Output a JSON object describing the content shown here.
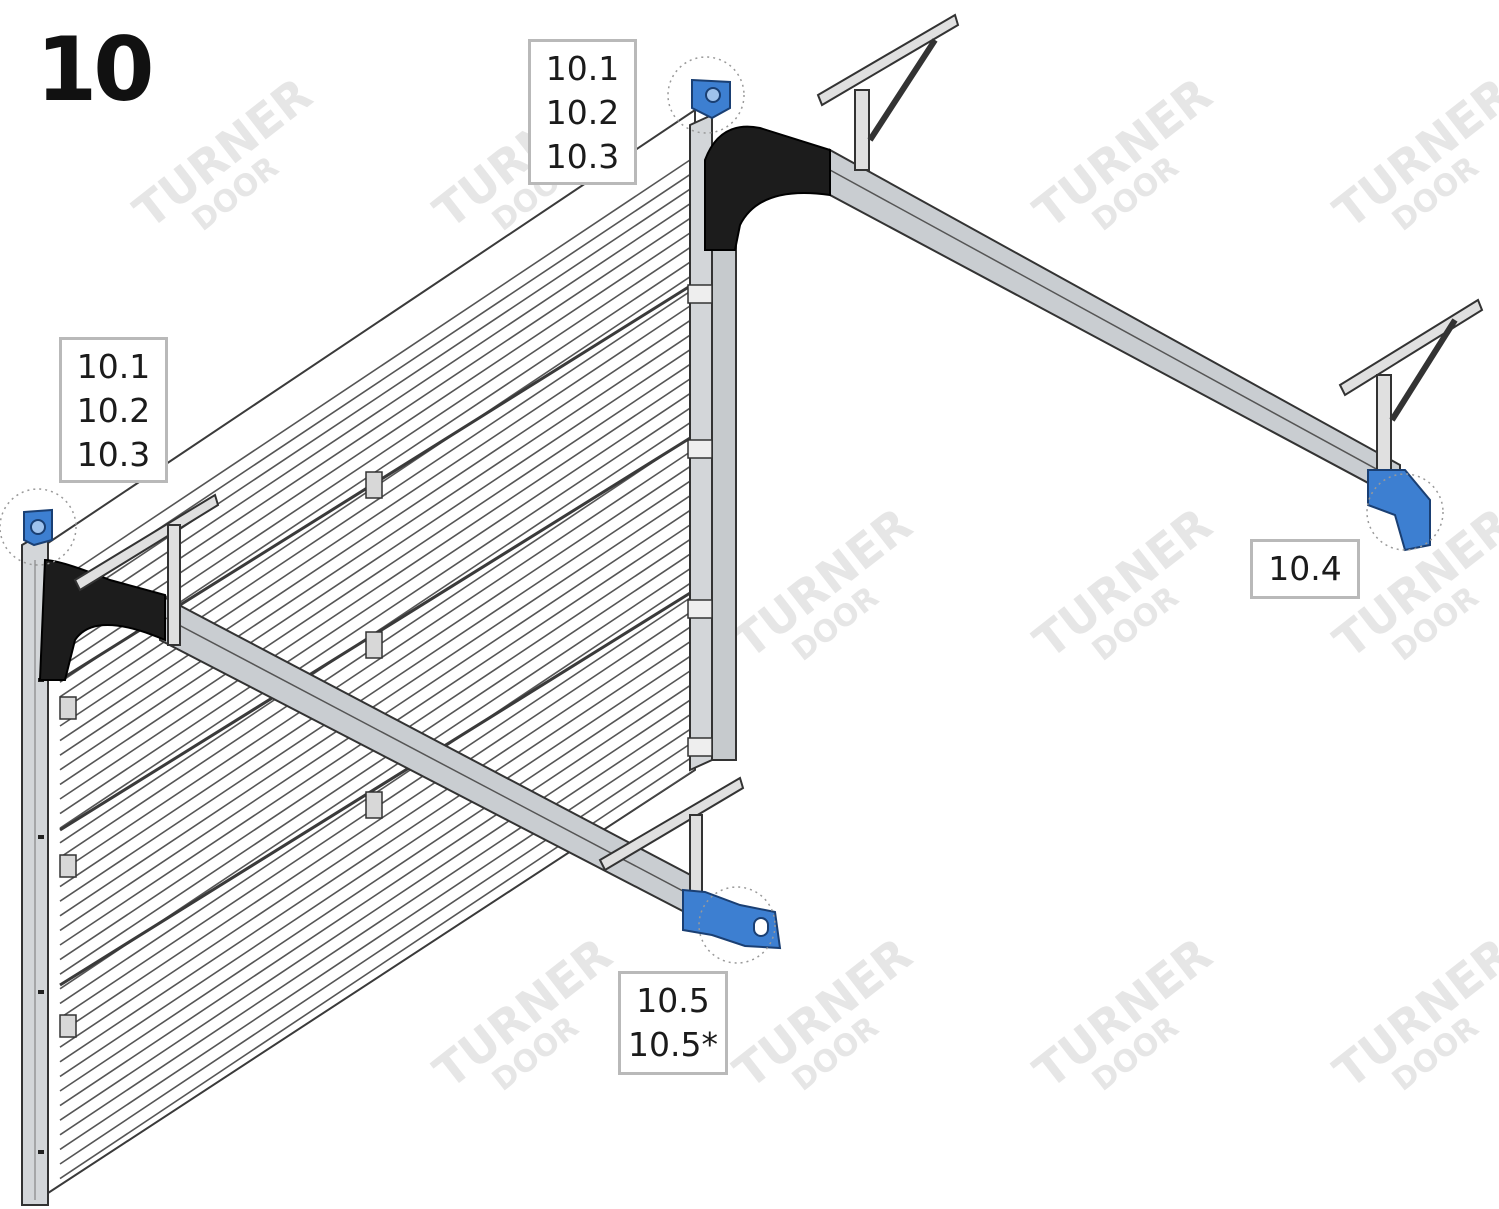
{
  "step": {
    "number": "10"
  },
  "callouts": {
    "top_right_jamb": [
      "10.1",
      "10.2",
      "10.3"
    ],
    "top_left_jamb": [
      "10.1",
      "10.2",
      "10.3"
    ],
    "rear_bracket_right": [
      "10.4"
    ],
    "rear_bracket_left": [
      "10.5",
      "10.5*"
    ]
  },
  "watermark": {
    "line1": "TURNER",
    "line2": "DOOR"
  },
  "colors": {
    "highlight_blue": "#3d7fd1",
    "track_grey": "#c9cdd1",
    "curve_black": "#1c1c1c",
    "panel_outline": "#3a3a3a",
    "label_border": "#b9b9b9",
    "watermark": "#e4e4e4"
  }
}
